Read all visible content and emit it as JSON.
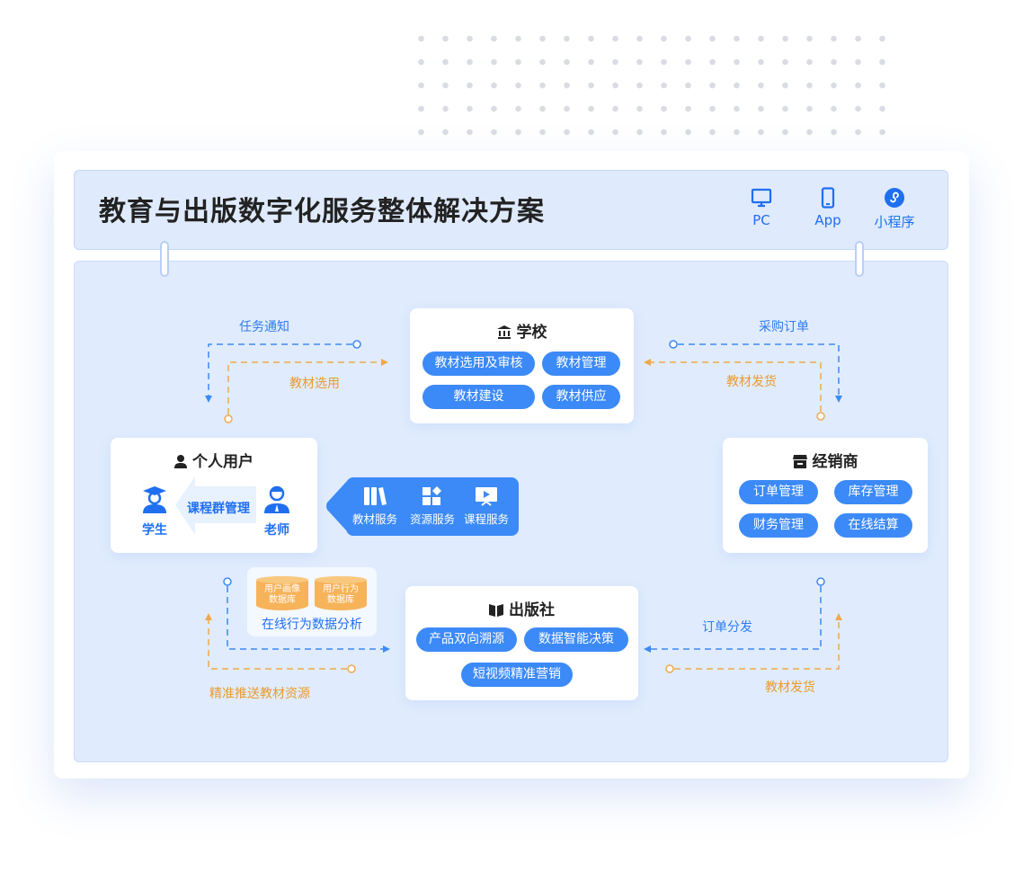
{
  "title": "教育与出版数字化服务整体解决方案",
  "platforms": [
    {
      "label": "PC",
      "icon": "monitor-icon"
    },
    {
      "label": "App",
      "icon": "phone-icon"
    },
    {
      "label": "小程序",
      "icon": "mini-program-icon"
    }
  ],
  "school": {
    "title": "学校",
    "items": [
      "教材选用及审核",
      "教材管理",
      "教材建设",
      "教材供应"
    ]
  },
  "personal": {
    "title": "个人用户",
    "student": "学生",
    "teacher": "老师",
    "arrow_label": "课程群管理"
  },
  "services": [
    "教材服务",
    "资源服务",
    "课程服务"
  ],
  "dealer": {
    "title": "经销商",
    "items": [
      "订单管理",
      "库存管理",
      "财务管理",
      "在线结算"
    ]
  },
  "publisher": {
    "title": "出版社",
    "items": [
      "产品双向溯源",
      "数据智能决策",
      "短视频精准营销"
    ]
  },
  "database": {
    "db1": "用户画像数据库",
    "db2": "用户行为数据库",
    "label": "在线行为数据分析"
  },
  "flows": {
    "task_notice": "任务通知",
    "textbook_select": "教材选用",
    "purchase_order": "采购订单",
    "ship_top": "教材发货",
    "push_resources": "精准推送教材资源",
    "order_dispatch": "订单分发",
    "ship_bottom": "教材发货"
  },
  "colors": {
    "blue": "#3c8af7",
    "orange": "#e99a2c",
    "panel": "#e0ecfd"
  }
}
